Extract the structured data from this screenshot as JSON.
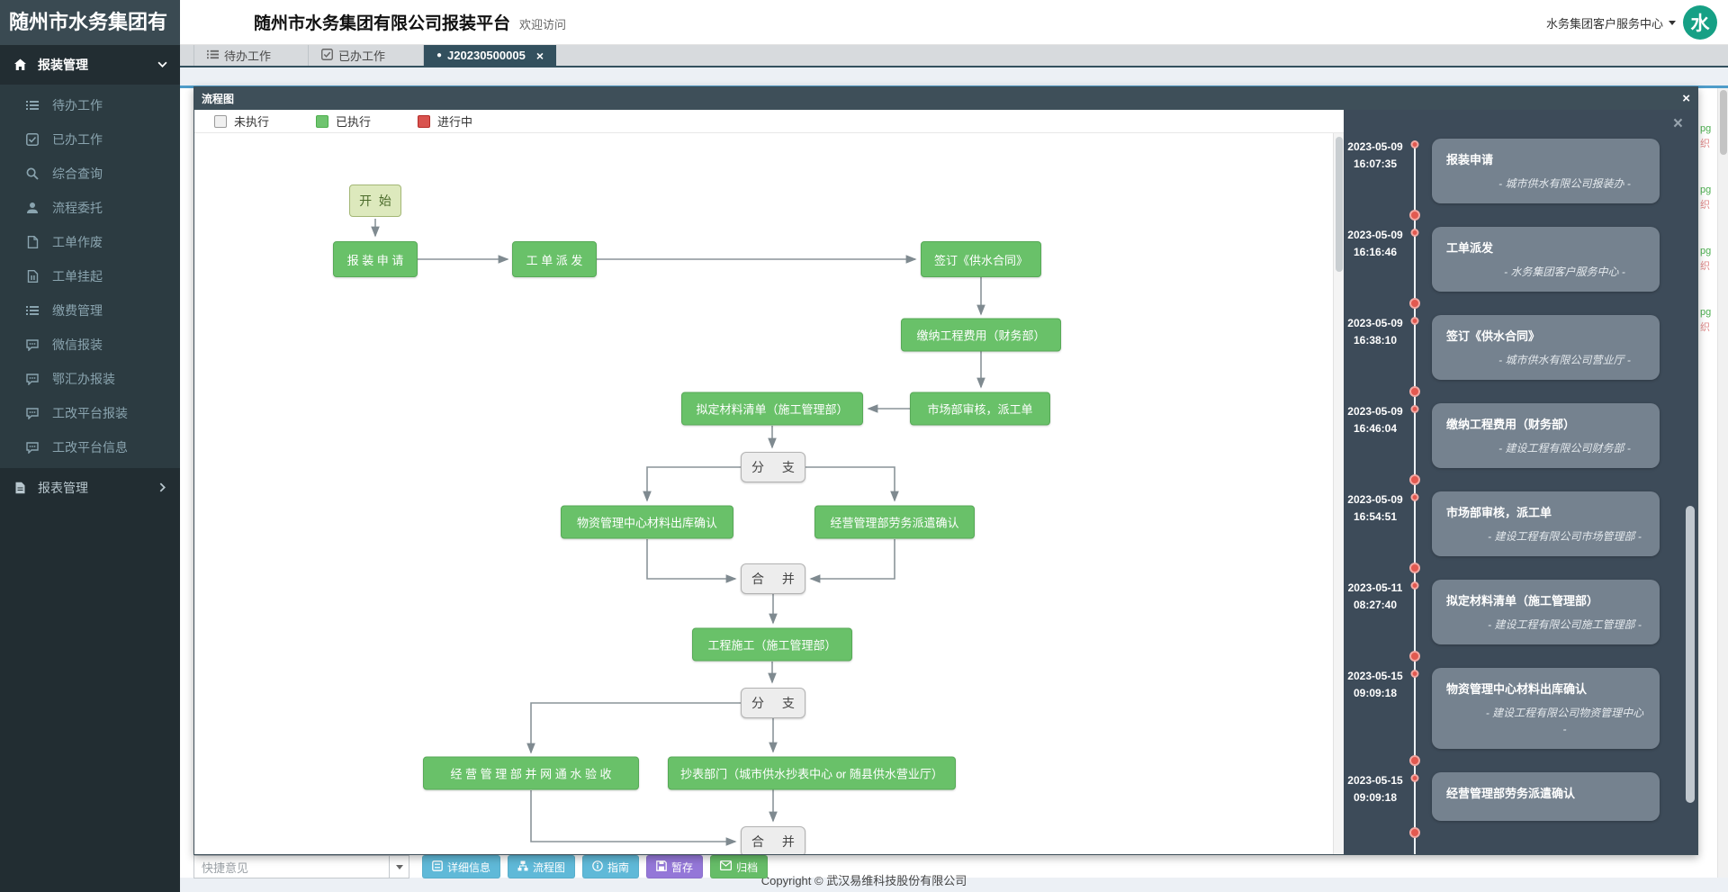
{
  "app": {
    "sidebar_logo": "随州市水务集团有",
    "header_title": "随州市水务集团有限公司报装平台",
    "header_subtitle": "欢迎访问",
    "user_center": "水务集团客户服务中心",
    "avatar_text": "水"
  },
  "icons": {
    "close": "×",
    "active_tab_dot": "●"
  },
  "sidebar": {
    "parent_label": "报装管理",
    "items": [
      {
        "label": "待办工作",
        "icon": "list-icon"
      },
      {
        "label": "已办工作",
        "icon": "check-square-icon"
      },
      {
        "label": "综合查询",
        "icon": "search-icon"
      },
      {
        "label": "流程委托",
        "icon": "user-icon"
      },
      {
        "label": "工单作废",
        "icon": "file-icon"
      },
      {
        "label": "工单挂起",
        "icon": "file-suspend-icon"
      },
      {
        "label": "缴费管理",
        "icon": "list-icon"
      },
      {
        "label": "微信报装",
        "icon": "comment-icon"
      },
      {
        "label": "鄂汇办报装",
        "icon": "comment-icon"
      },
      {
        "label": "工改平台报装",
        "icon": "comment-icon"
      },
      {
        "label": "工改平台信息",
        "icon": "comment-icon"
      }
    ],
    "report_label": "报表管理"
  },
  "tabs": {
    "items": [
      {
        "label": "待办工作"
      },
      {
        "label": "已办工作"
      },
      {
        "label": "J20230500005",
        "active": true
      }
    ]
  },
  "modal": {
    "title": "流程图",
    "legend": [
      {
        "label": "未执行",
        "color": "#f0f0f0"
      },
      {
        "label": "已执行",
        "color": "#6fc46f"
      },
      {
        "label": "进行中",
        "color": "#d9534f"
      }
    ]
  },
  "flowchart": {
    "nodes": [
      {
        "label": "开  始",
        "type": "start"
      },
      {
        "label": "报 装 申 请",
        "type": "task"
      },
      {
        "label": "工 单 派 发",
        "type": "task"
      },
      {
        "label": "签订《供水合同》",
        "type": "task"
      },
      {
        "label": "缴纳工程费用（财务部）",
        "type": "task"
      },
      {
        "label": "拟定材料清单（施工管理部）",
        "type": "task"
      },
      {
        "label": "市场部审核，派工单",
        "type": "task"
      },
      {
        "label": "分 支",
        "type": "gateway"
      },
      {
        "label": "物资管理中心材料出库确认",
        "type": "task"
      },
      {
        "label": "经营管理部劳务派遣确认",
        "type": "task"
      },
      {
        "label": "合 并",
        "type": "gateway"
      },
      {
        "label": "工程施工（施工管理部）",
        "type": "task"
      },
      {
        "label": "分 支",
        "type": "gateway"
      },
      {
        "label": "经 营 管 理 部 并 网 通 水 验 收",
        "type": "task"
      },
      {
        "label": "抄表部门（城市供水抄表中心 or 随县供水营业厅）",
        "type": "task"
      },
      {
        "label": "合 并",
        "type": "gateway"
      }
    ]
  },
  "timeline": {
    "entries": [
      {
        "date": "2023-05-09",
        "time": "16:07:35",
        "title": "报装申请",
        "org": "- 城市供水有限公司报装办 -"
      },
      {
        "date": "2023-05-09",
        "time": "16:16:46",
        "title": "工单派发",
        "org": "- 水务集团客户服务中心 -"
      },
      {
        "date": "2023-05-09",
        "time": "16:38:10",
        "title": "签订《供水合同》",
        "org": "- 城市供水有限公司营业厅 -"
      },
      {
        "date": "2023-05-09",
        "time": "16:46:04",
        "title": "缴纳工程费用（财务部）",
        "org": "- 建设工程有限公司财务部 -"
      },
      {
        "date": "2023-05-09",
        "time": "16:54:51",
        "title": "市场部审核，派工单",
        "org": "- 建设工程有限公司市场管理部 -"
      },
      {
        "date": "2023-05-11",
        "time": "08:27:40",
        "title": "拟定材料清单（施工管理部）",
        "org": "- 建设工程有限公司施工管理部 -"
      },
      {
        "date": "2023-05-15",
        "time": "09:09:18",
        "title": "物资管理中心材料出库确认",
        "org": "- 建设工程有限公司物资管理中心 -"
      },
      {
        "date": "2023-05-15",
        "time": "09:09:18",
        "title": "经营管理部劳务派遣确认",
        "org": ""
      }
    ]
  },
  "actions": {
    "quick_opinion_placeholder": "快捷意见",
    "buttons": [
      {
        "label": "详细信息",
        "color": "#5fb9d8",
        "icon": "detail-icon"
      },
      {
        "label": "流程图",
        "color": "#5fb9d8",
        "icon": "flow-icon"
      },
      {
        "label": "指南",
        "color": "#5fb9d8",
        "icon": "info-icon"
      },
      {
        "label": "暂存",
        "color": "#9477d8",
        "icon": "save-icon"
      },
      {
        "label": "归档",
        "color": "#66bd68",
        "icon": "envelope-icon"
      }
    ]
  },
  "background": {
    "frag_pg": "pg",
    "frag_zhi": "织"
  },
  "footer": {
    "copyright": "Copyright © 武汉易维科技股份有限公司"
  }
}
